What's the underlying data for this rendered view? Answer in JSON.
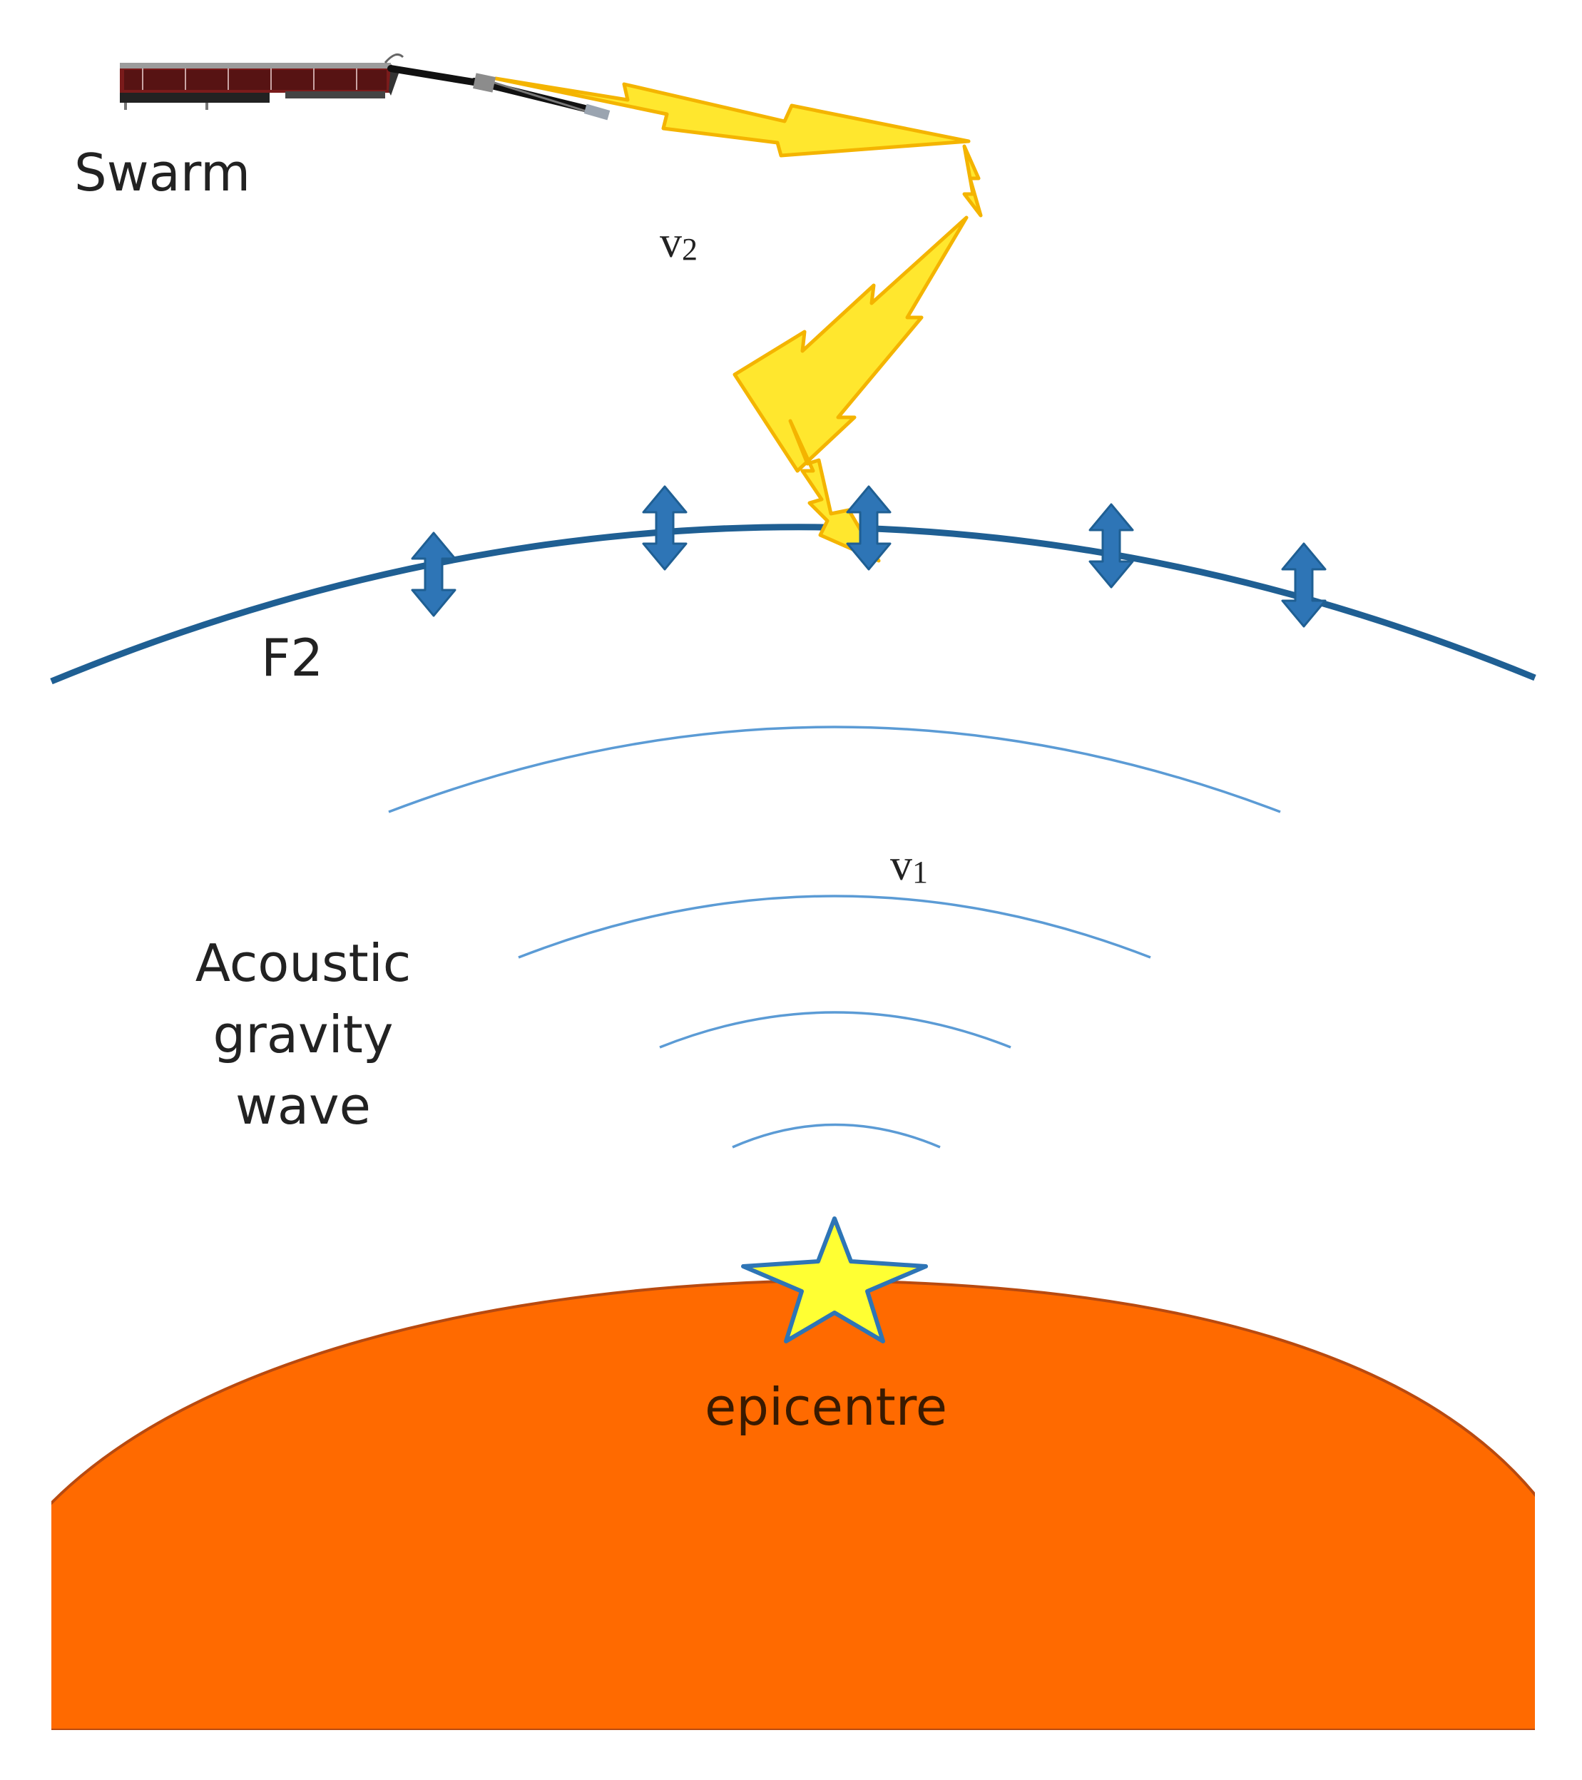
{
  "labels": {
    "satellite": "Swarm",
    "layer": "F2",
    "wave": "Acoustic gravity wave",
    "epicentre": "epicentre",
    "v2_main": "v",
    "v2_sub": "2",
    "v1_main": "v",
    "v1_sub": "1"
  },
  "icons": {
    "satellite": "satellite-icon",
    "epicentre_marker": "star-icon",
    "vertical_motion": "double-arrow-icon",
    "signal": "lightning-icon"
  },
  "colors": {
    "earth_fill": "#ff6a00",
    "earth_stroke": "#b84a10",
    "f2_layer": "#1f5f93",
    "arrow_fill": "#2e75b6",
    "wave_lines": "#5b9bd5",
    "lightning_fill": "#ffe72e",
    "lightning_stroke": "#f4b400",
    "star_fill": "#ffff33",
    "star_stroke": "#2e75b6",
    "satellite_body": "#8b1a1a",
    "satellite_boom": "#111111"
  }
}
